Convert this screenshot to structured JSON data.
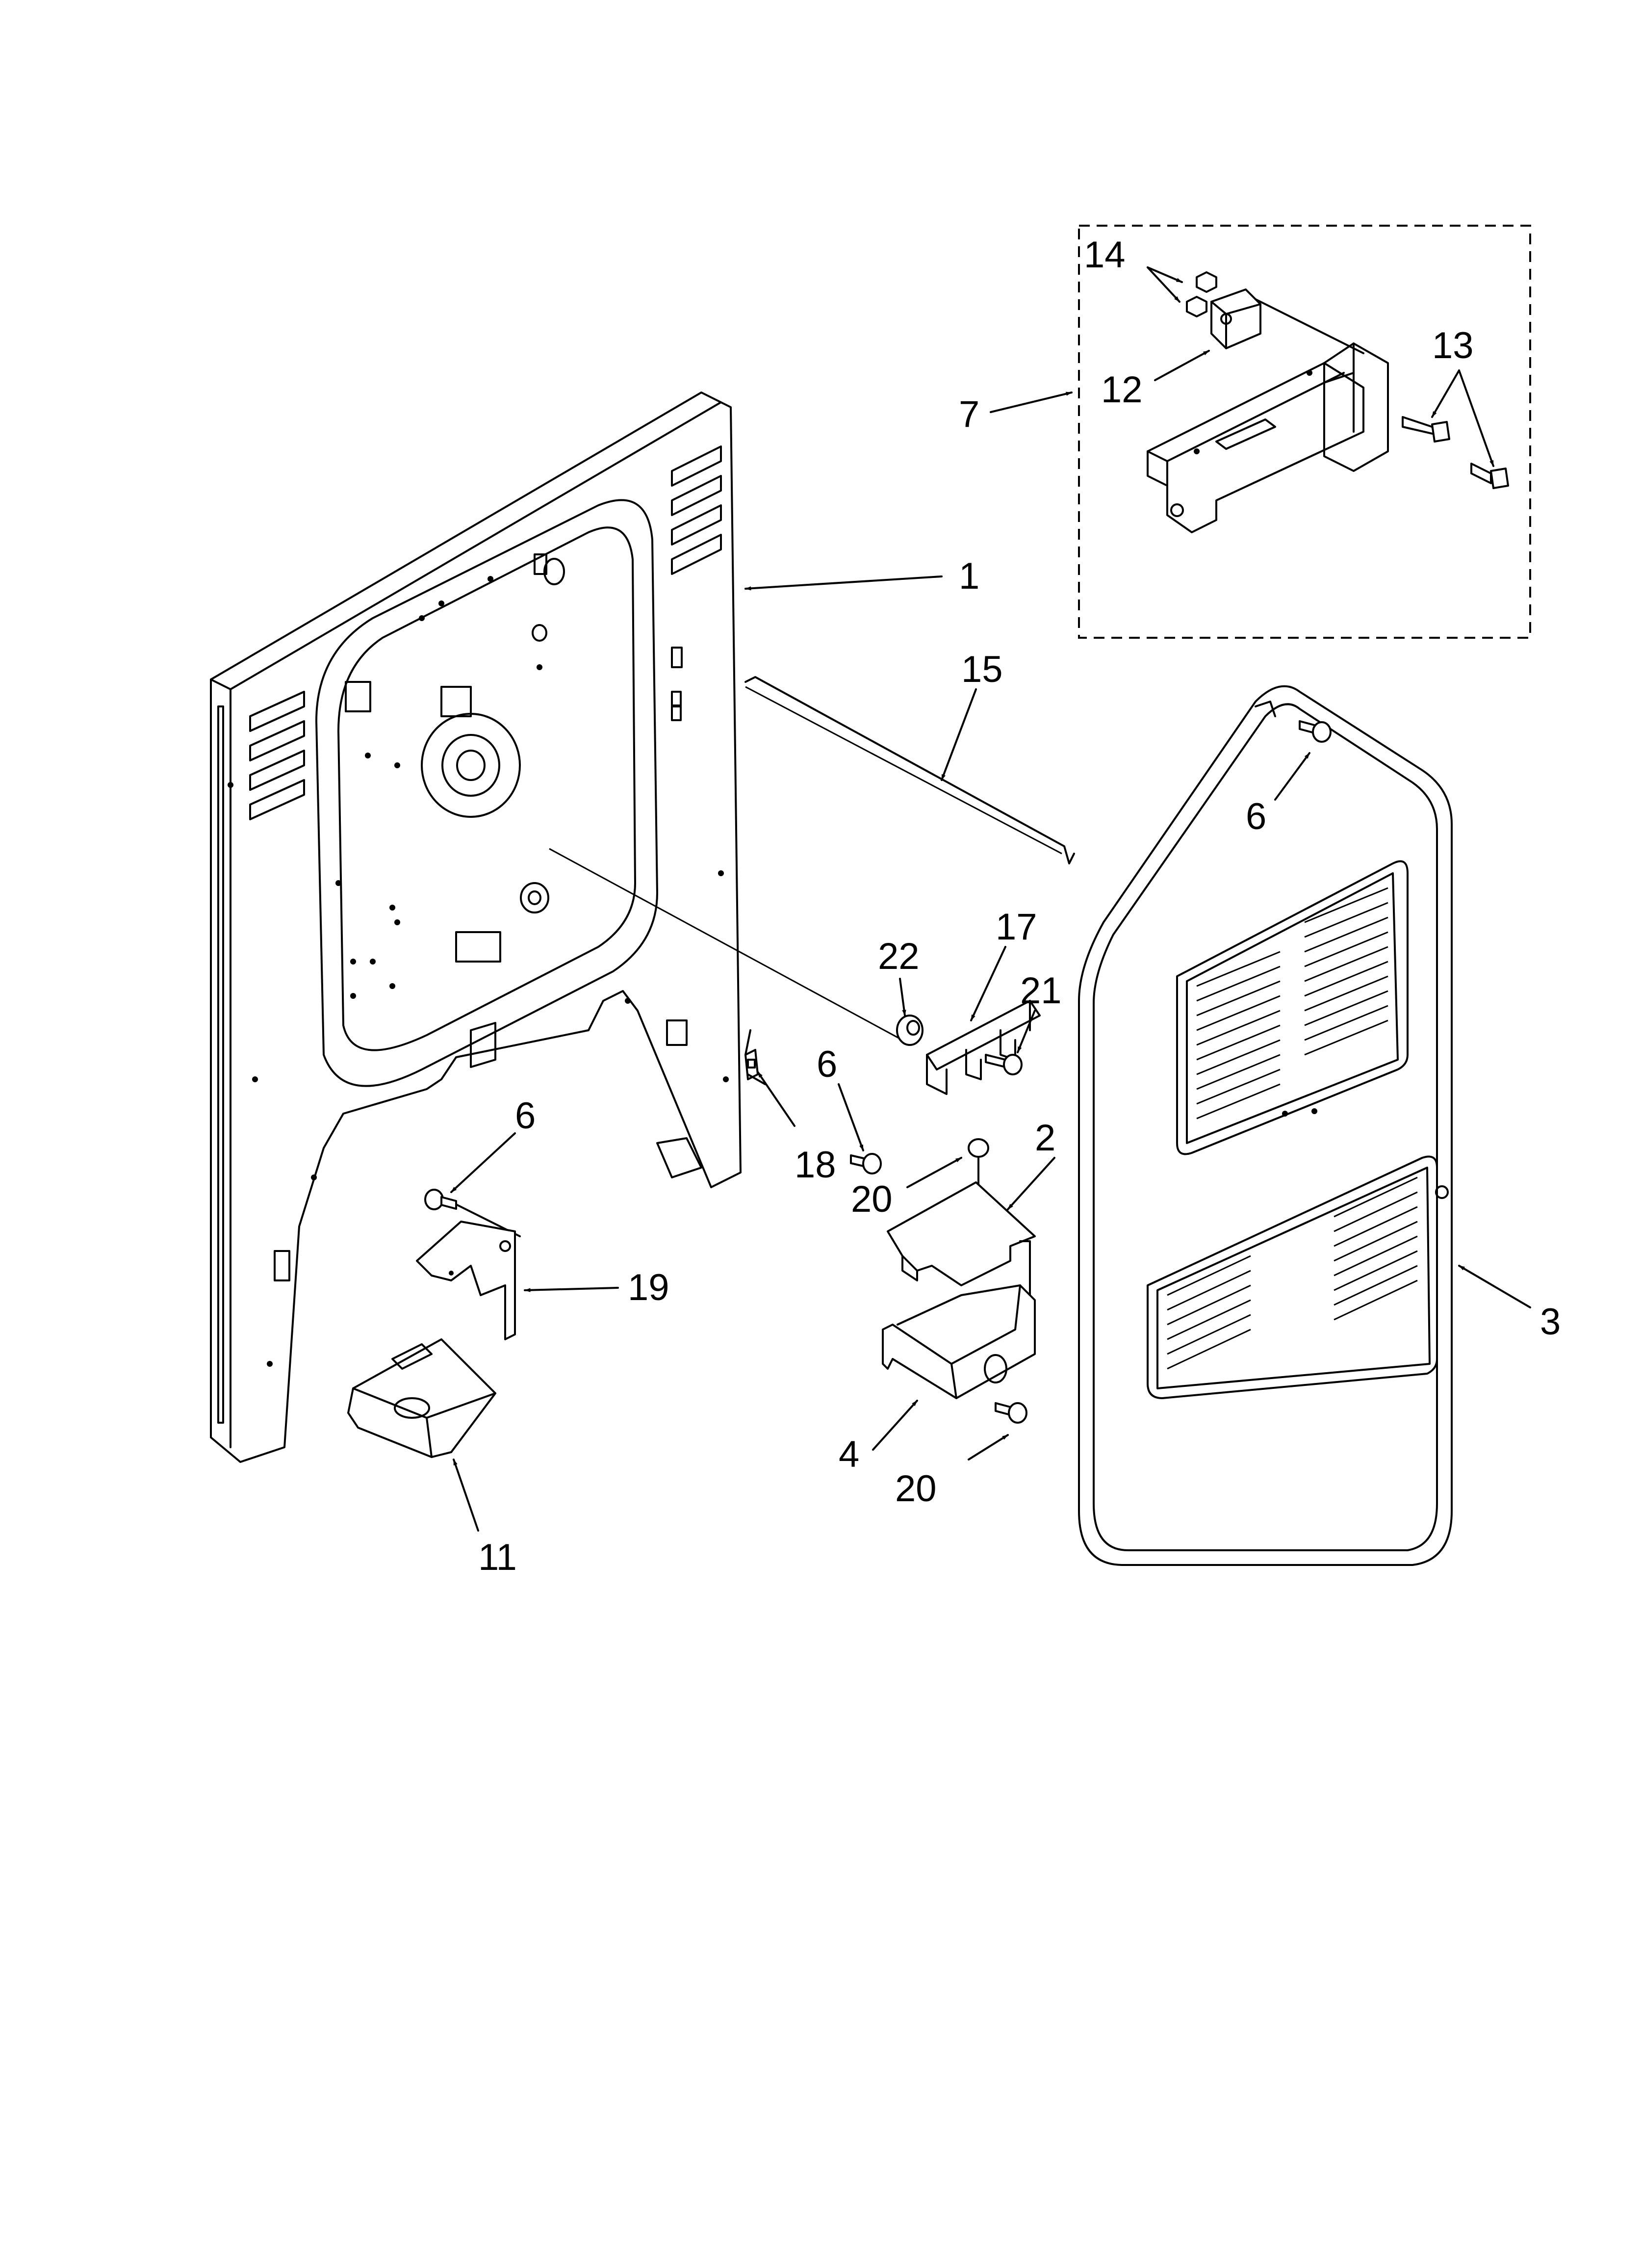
{
  "callouts": [
    {
      "id": "c14",
      "text": "14"
    },
    {
      "id": "c13",
      "text": "13"
    },
    {
      "id": "c7",
      "text": "7"
    },
    {
      "id": "c12",
      "text": "12"
    },
    {
      "id": "c1",
      "text": "1"
    },
    {
      "id": "c15",
      "text": "15"
    },
    {
      "id": "c6a",
      "text": "6"
    },
    {
      "id": "c22",
      "text": "22"
    },
    {
      "id": "c17",
      "text": "17"
    },
    {
      "id": "c21",
      "text": "21"
    },
    {
      "id": "c6b",
      "text": "6"
    },
    {
      "id": "c6c",
      "text": "6"
    },
    {
      "id": "c18",
      "text": "18"
    },
    {
      "id": "c2",
      "text": "2"
    },
    {
      "id": "c20a",
      "text": "20"
    },
    {
      "id": "c19",
      "text": "19"
    },
    {
      "id": "c3",
      "text": "3"
    },
    {
      "id": "c4",
      "text": "4"
    },
    {
      "id": "c20b",
      "text": "20"
    },
    {
      "id": "c11",
      "text": "11"
    }
  ]
}
